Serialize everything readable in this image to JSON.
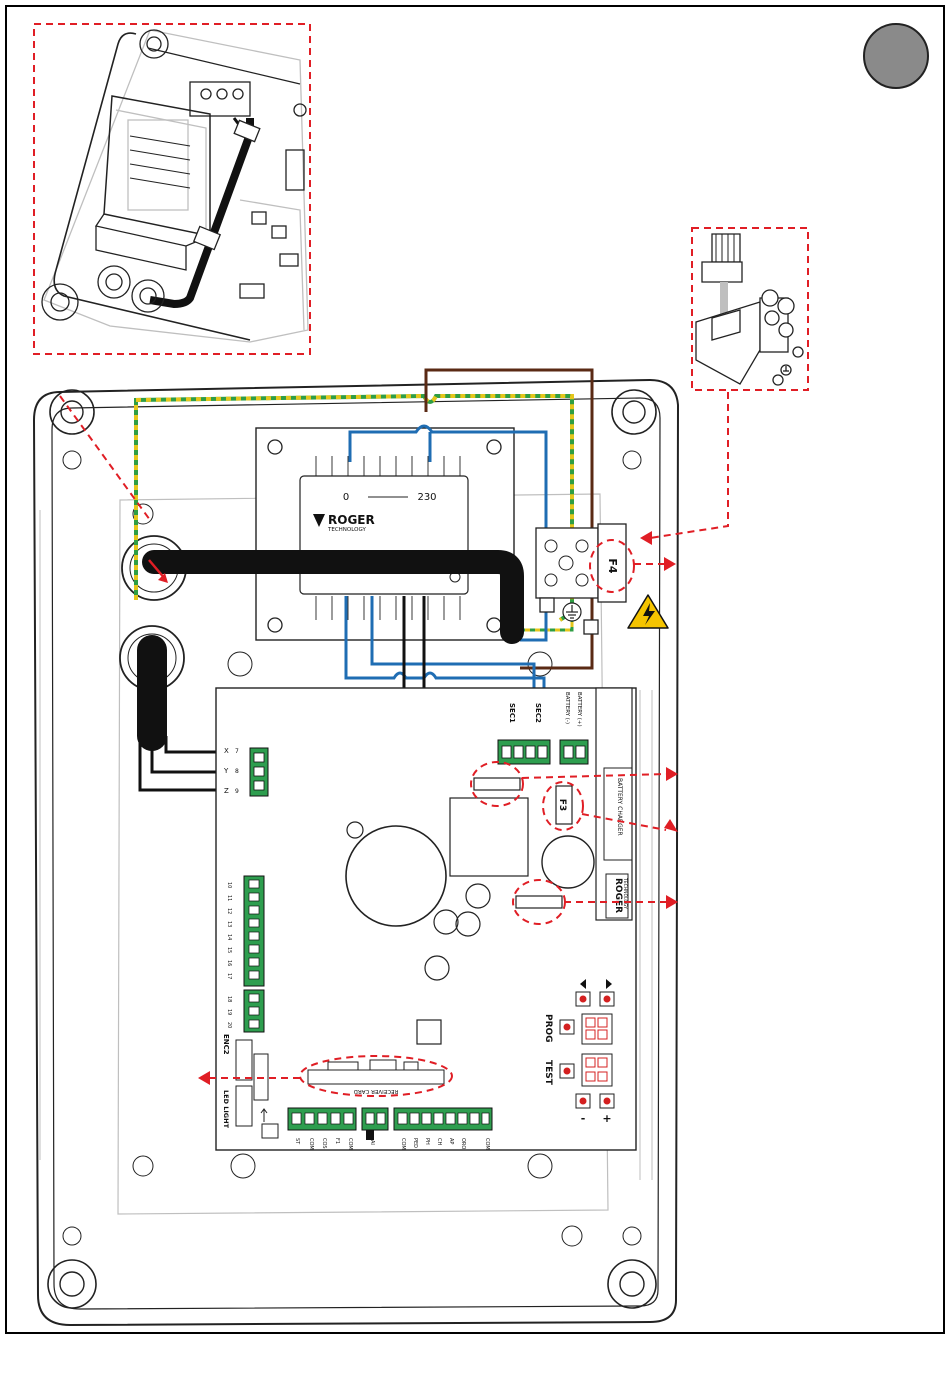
{
  "colors": {
    "frame": "#000000",
    "case_outline": "#222222",
    "case_light": "#bfbfbf",
    "callout_red": "#e01e25",
    "cable_black": "#111111",
    "wire_blue": "#1f6db3",
    "wire_brown": "#5a2a14",
    "earth_green": "#2f9e44",
    "earth_yellow": "#e5c61c",
    "terminal_green": "#2e9e4f",
    "warning_yellow": "#f5c400",
    "badge_gray": "#8a8a8a",
    "led_red": "#d42020"
  },
  "icons": {
    "warning": "high-voltage-warning-icon",
    "earth": "earth-ground-icon",
    "arrow": "arrow-right-icon",
    "updown": "up-down-arrows-icon"
  },
  "transformer": {
    "brand": "ROGER",
    "brand_sub": "TECHNOLOGY",
    "tap_low": "0",
    "tap_high": "230"
  },
  "fuses": {
    "mains": "F4",
    "board": "F3"
  },
  "board": {
    "sec1": "SEC1",
    "sec2": "SEC2",
    "battery_neg": "BATTERY (-)",
    "battery_pos": "BATTERY (+)",
    "battery_charger": "BATTERY CHARGER",
    "brand": "ROGER",
    "brand_sub": "TECHNOLOGY",
    "encoder_pins": [
      "X",
      "Y",
      "Z"
    ],
    "encoder_pin_nums": [
      "7",
      "8",
      "9"
    ],
    "terminal_nums_a": [
      "10",
      "11",
      "12",
      "13",
      "14",
      "15",
      "16",
      "17"
    ],
    "terminal_nums_b": [
      "18",
      "19",
      "20"
    ],
    "enc2": "ENC2",
    "led_light": "LED LIGHT",
    "receiver_card": "RECEIVER CARD",
    "prog": "PROG",
    "test": "TEST",
    "minus": "-",
    "plus": "+",
    "bottom_labels": [
      "ST",
      "COM",
      "COS",
      "F1",
      "COM",
      "AI",
      "COM",
      "PED",
      "PH",
      "CH",
      "AP",
      "ORO",
      "COM"
    ]
  }
}
